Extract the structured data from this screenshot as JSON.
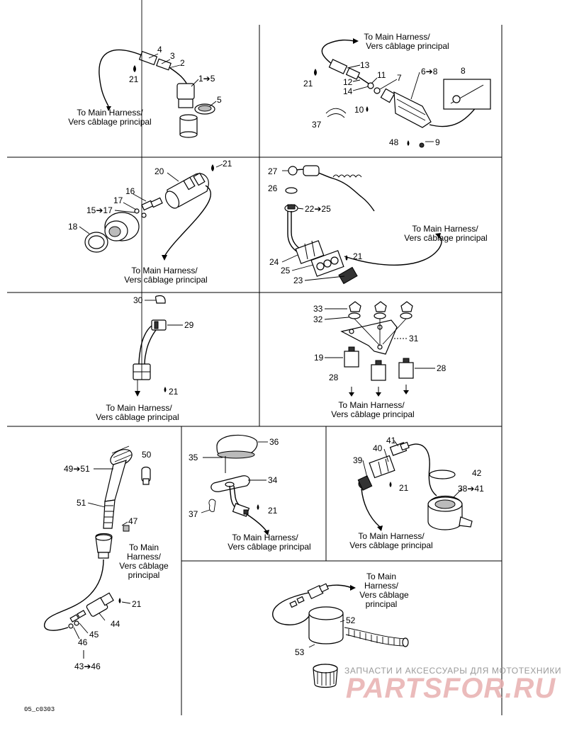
{
  "callouts": {
    "p1": [
      "4",
      "3",
      "2",
      "1➔5",
      "5",
      "21"
    ],
    "p2": [
      "13",
      "12",
      "14",
      "11",
      "7",
      "6➔8",
      "8",
      "21",
      "10",
      "37",
      "48",
      "9"
    ],
    "p3": [
      "20",
      "21",
      "16",
      "17",
      "15➔17",
      "18"
    ],
    "p4": [
      "27",
      "26",
      "22➔25",
      "21",
      "24",
      "25",
      "23"
    ],
    "p5": [
      "30",
      "29",
      "21"
    ],
    "p6": [
      "33",
      "32",
      "31",
      "19",
      "28",
      "28"
    ],
    "p7": [
      "50",
      "49➔51",
      "51",
      "47",
      "21",
      "44",
      "45",
      "46",
      "43➔46"
    ],
    "p8": [
      "36",
      "35",
      "34",
      "37",
      "21"
    ],
    "p9": [
      "41",
      "40",
      "39",
      "42",
      "21",
      "38➔41"
    ],
    "p10": [
      "52",
      "53"
    ]
  },
  "captions": {
    "main_harness_line1": "To Main Harness/",
    "main_harness_line2": "Vers câblage principal",
    "stacked": [
      "To Main",
      "Harness/",
      "Vers câblage",
      "principal"
    ]
  },
  "watermark": {
    "top_line": "ЗАПЧАСТИ И АКСЕССУАРЫ ДЛЯ МОТОТЕХНИКИ",
    "brand": "PARTSFOR.RU"
  },
  "figure_code": "05_c0303"
}
